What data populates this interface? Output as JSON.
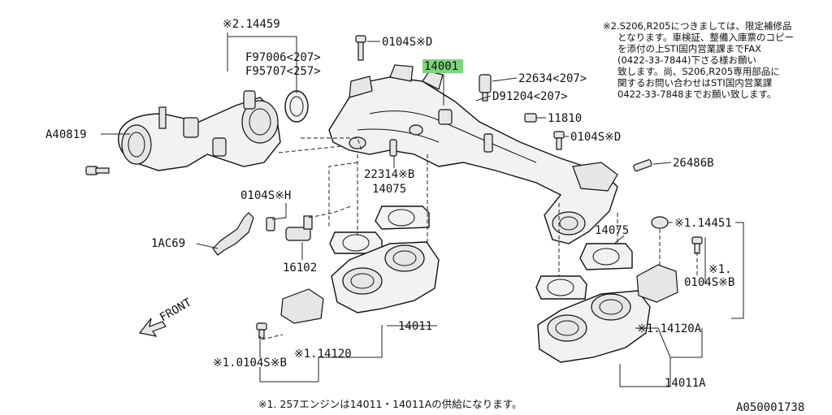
{
  "labels": {
    "p_2_14459": "※2.14459",
    "p_f97006": "F97006<207>",
    "p_f95707": "F95707<257>",
    "p_0104sd_top": "0104S※D",
    "p_14001": "14001",
    "p_22634": "22634<207>",
    "p_d91204": "D91204<207>",
    "p_11810": "11810",
    "p_0104sd_mid": "0104S※D",
    "p_26486b": "26486B",
    "p_a40819": "A40819",
    "p_22314b": "22314※B",
    "p_14075_left": "14075",
    "p_0104sh": "0104S※H",
    "p_1ac69": "1AC69",
    "p_16102": "16102",
    "p_14075_right": "14075",
    "p_1_14451": "※1.14451",
    "p_1_note": "※1.",
    "p_0104sb_right": "0104S※B",
    "p_1_14120a": "※1.14120A",
    "p_14011": "14011",
    "p_1_0104sb": "※1.0104S※B",
    "p_1_14120": "※1.14120",
    "p_14011a": "14011A",
    "front": "FRONT"
  },
  "note_lines": [
    "※2.S206,R205につきましては、限定補修品",
    "となります。車検証、整備入庫票のコピー",
    "を添付の上STI国内営業課までFAX",
    "(0422-33-7844)下さる様お願い",
    "致します。尚、S206,R205専用部品に",
    "関するお問い合わせはSTI国内営業課",
    "0422-33-7848までお願い致します。"
  ],
  "footer": "※1. 257エンジンは14011・14011Aの供給になります。",
  "figure_id": "A050001738",
  "colors": {
    "highlight": "#7ed37e",
    "ink": "#111111"
  }
}
